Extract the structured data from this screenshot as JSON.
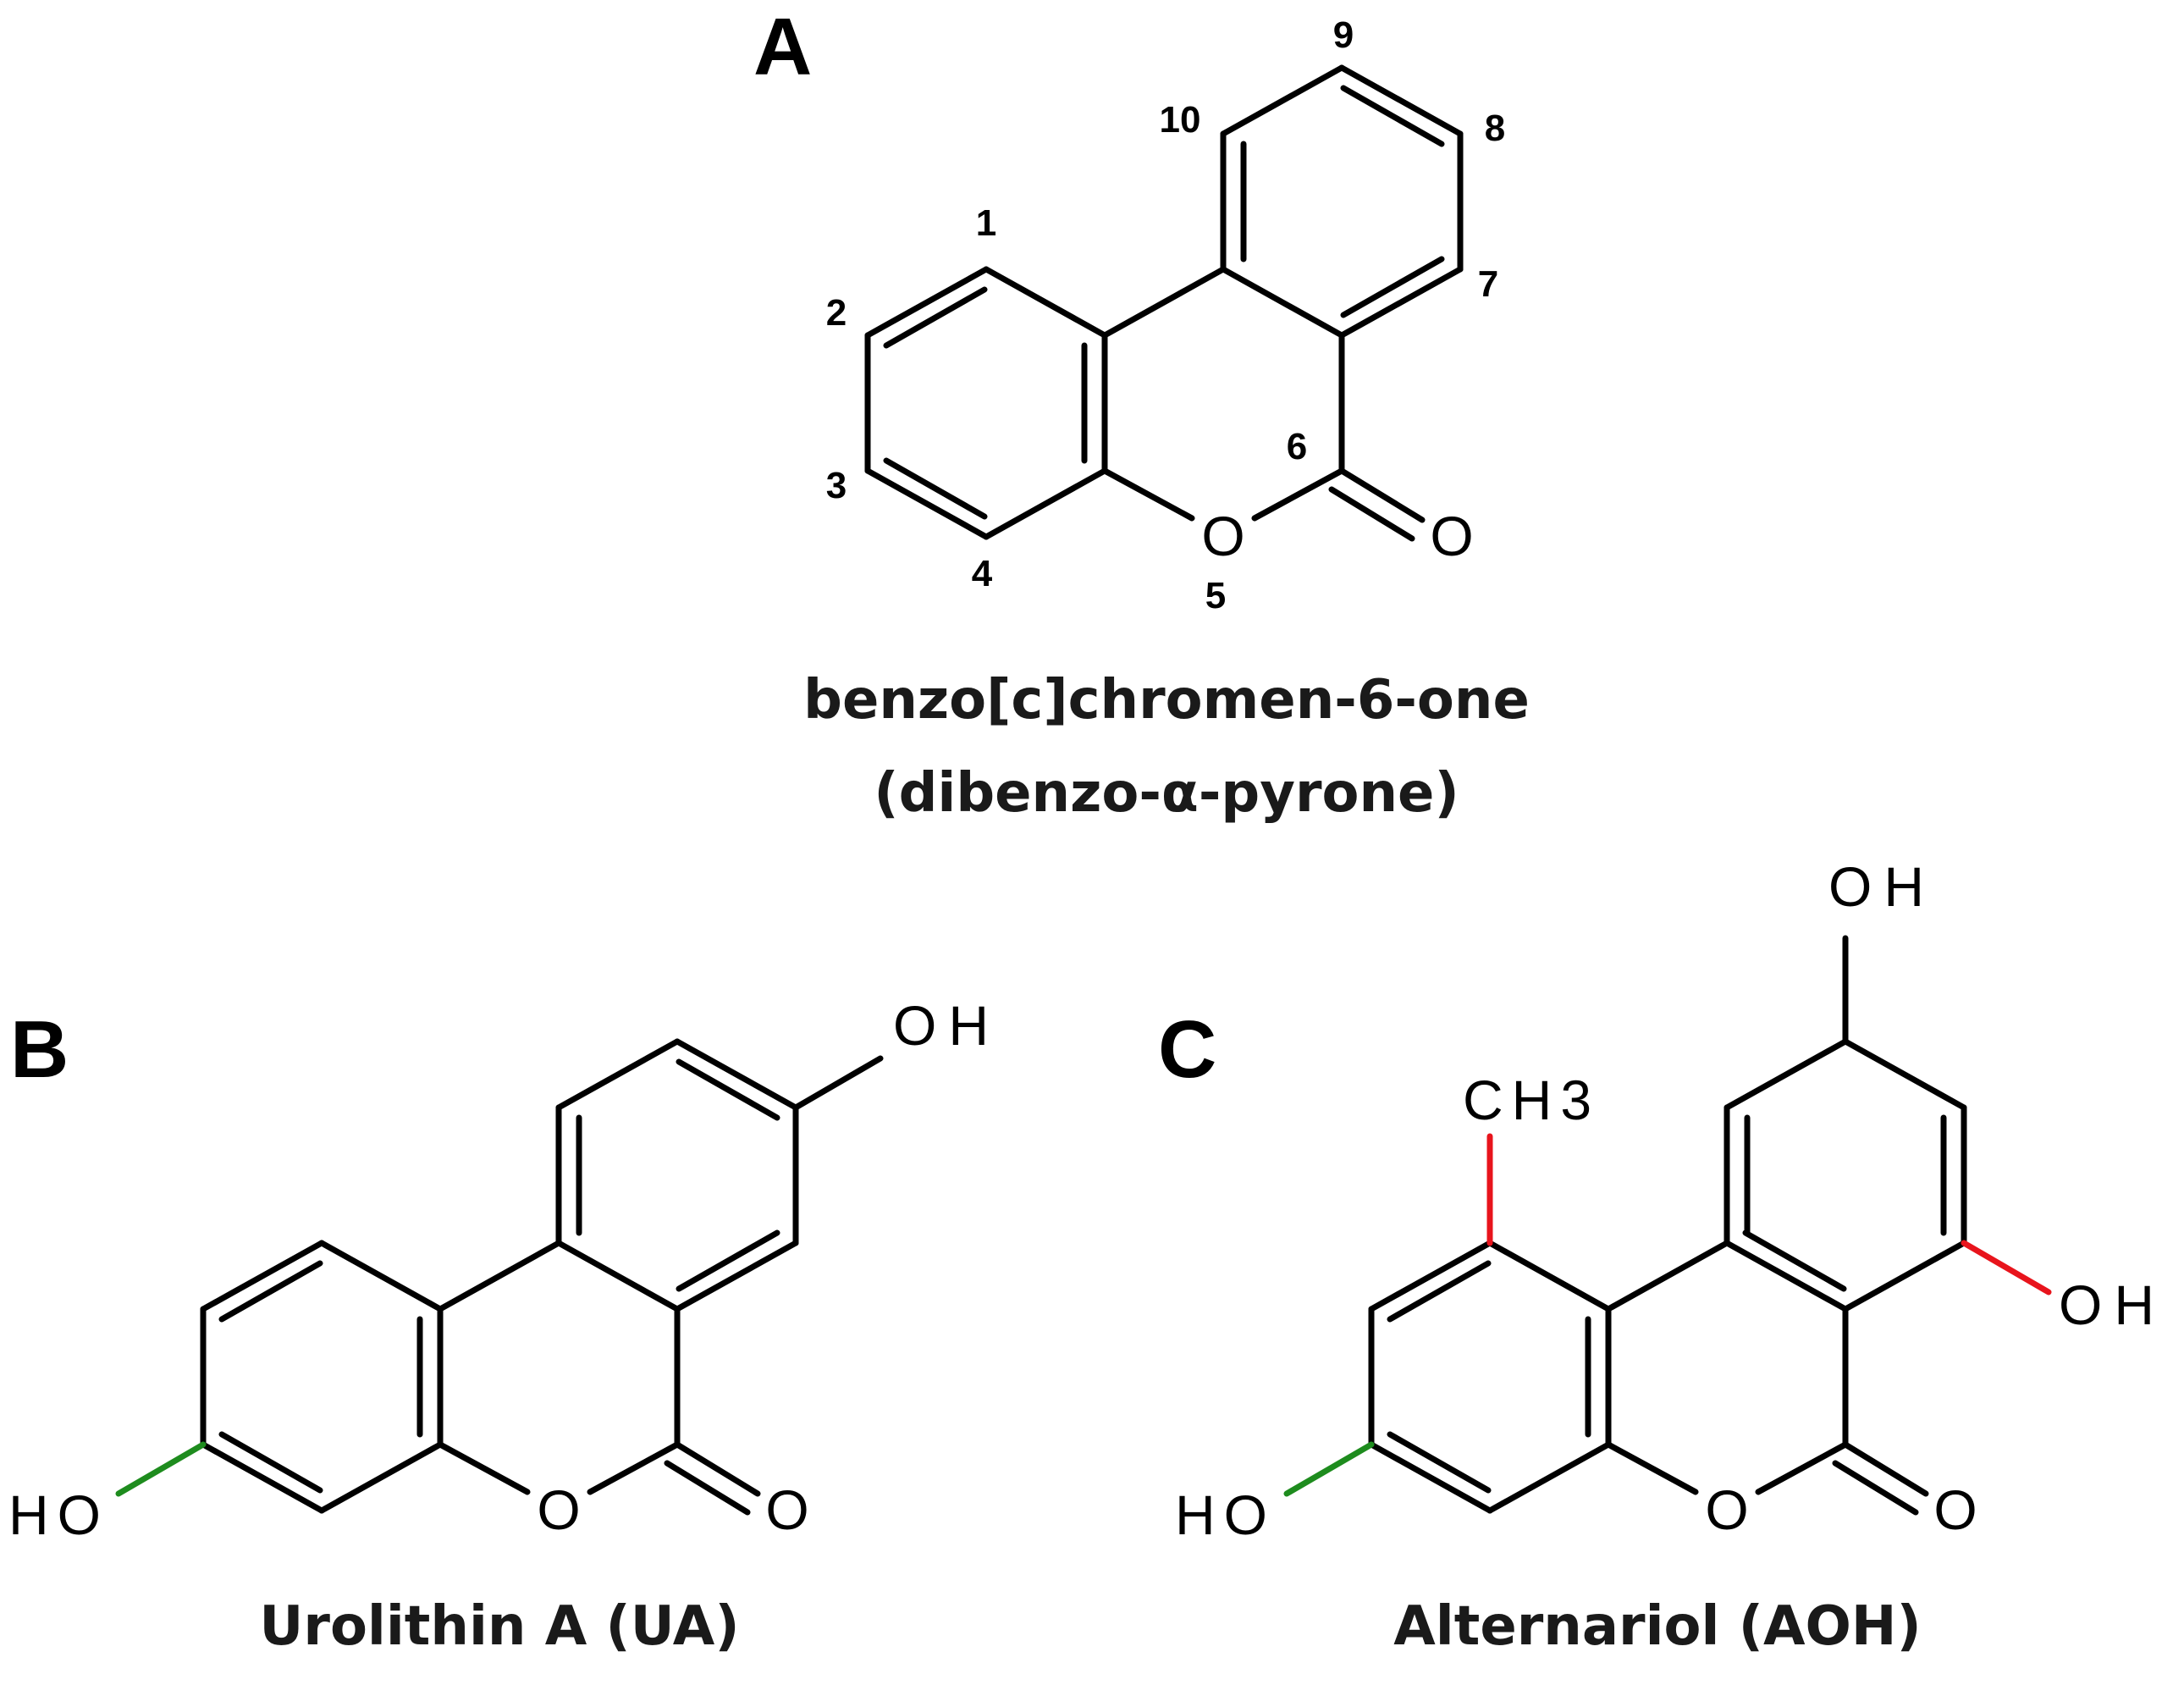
{
  "panels": {
    "a": {
      "label": "A",
      "numbers": [
        "1",
        "2",
        "3",
        "4",
        "5",
        "6",
        "7",
        "8",
        "9",
        "10"
      ],
      "ring_oxygen": "O",
      "carbonyl_oxygen": "O",
      "caption_line1": "benzo[c]chromen-6-one",
      "caption_line2": "(dibenzo-α-pyrone)"
    },
    "b": {
      "label": "B",
      "oh_top": "OH",
      "ho_left": "HO",
      "ring_oxygen": "O",
      "carbonyl_oxygen": "O",
      "caption": "Urolithin A (UA)"
    },
    "c": {
      "label": "C",
      "oh_top": "OH",
      "ch3": "CH3",
      "oh_right": "OH",
      "ho_left": "HO",
      "ring_oxygen": "O",
      "carbonyl_oxygen": "O",
      "caption": "Alternariol (AOH)"
    }
  },
  "colors": {
    "bond": "#000000",
    "hydroxyl_green": "#1e8c1e",
    "highlight_red": "#e8141c"
  }
}
